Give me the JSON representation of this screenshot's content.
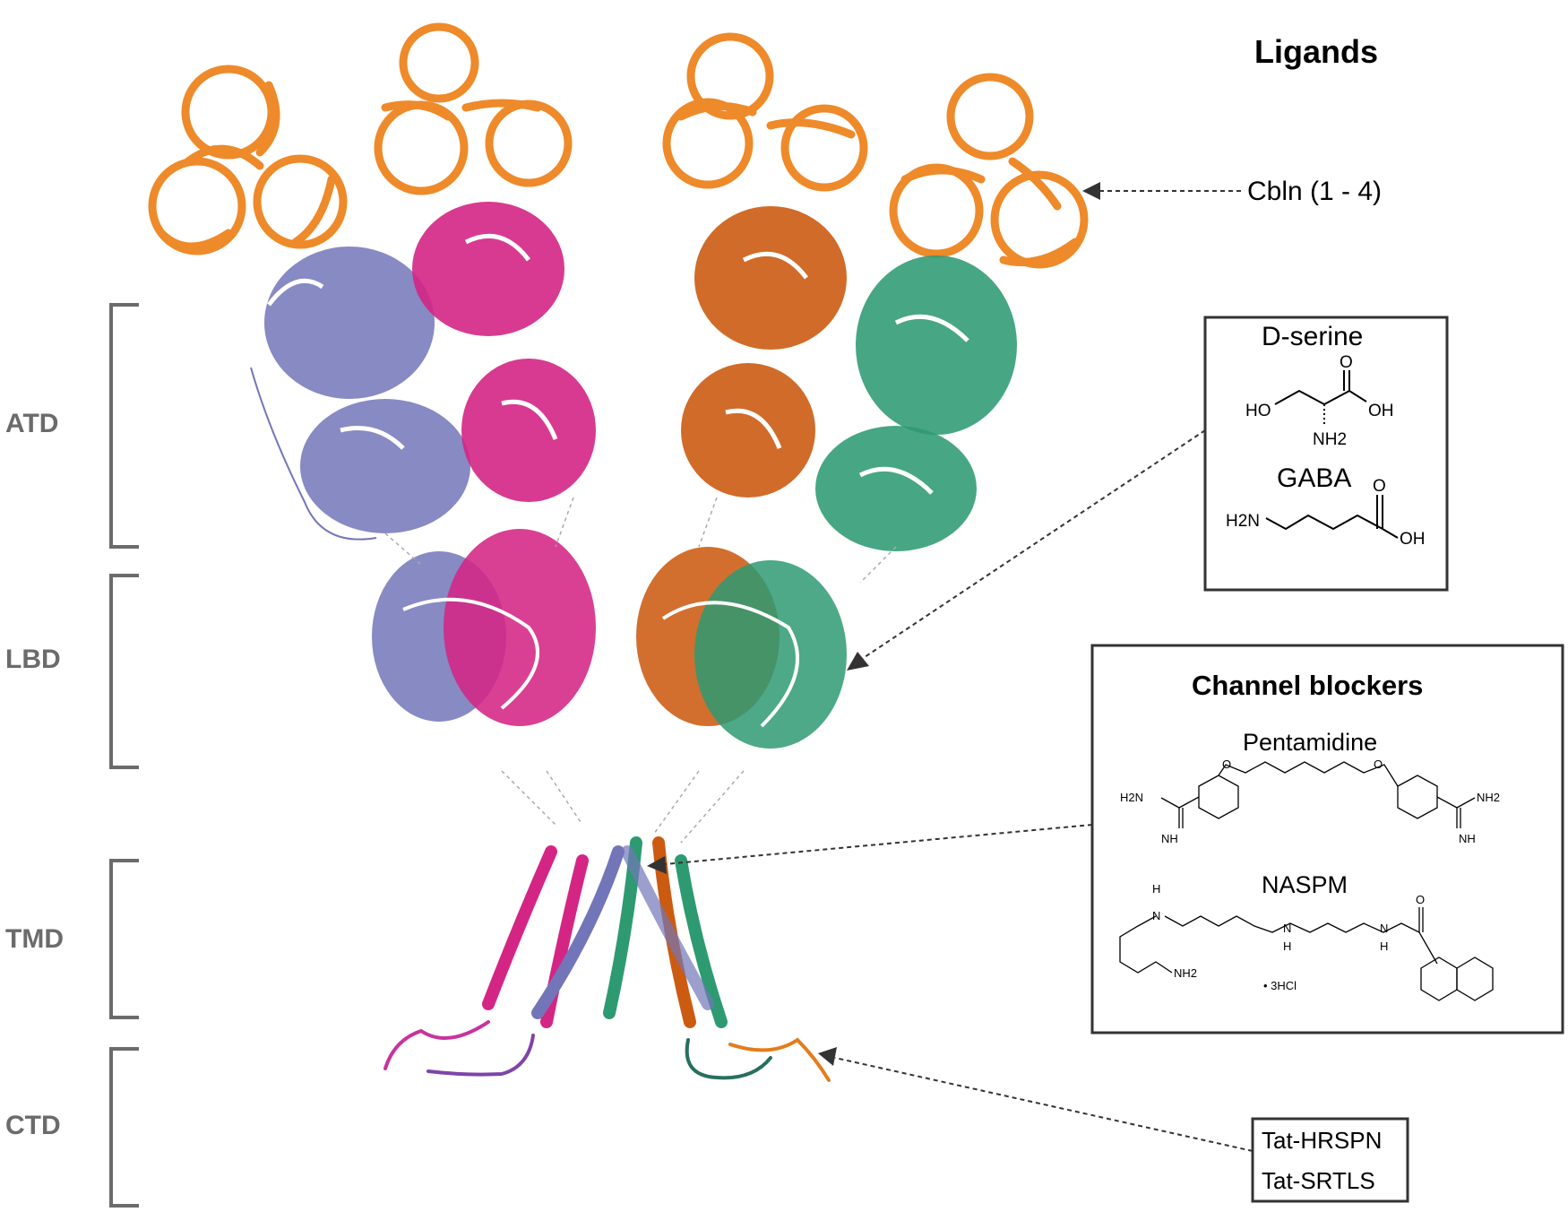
{
  "title": "Ligands",
  "domains": [
    "ATD",
    "LBD",
    "TMD",
    "CTD"
  ],
  "ligands": {
    "cbln": "Cbln (1 - 4)",
    "dserine_box": {
      "dserine_name": "D-serine",
      "dserine_atoms": {
        "ho": "HO",
        "o": "O",
        "oh": "OH",
        "nh2": "NH2"
      },
      "gaba_name": "GABA",
      "gaba_atoms": {
        "h2n": "H2N",
        "o": "O",
        "oh": "OH"
      }
    },
    "channel_blockers": {
      "heading": "Channel blockers",
      "pentamidine": "Pentamidine",
      "pentamidine_atoms": {
        "o": "O",
        "h2n": "H2N",
        "nh": "NH",
        "nh2": "NH2"
      },
      "naspm": "NASPM",
      "naspm_atoms": {
        "h": "H",
        "n": "N",
        "nh2": "NH2",
        "o": "O"
      },
      "naspm_salt": "• 3HCl"
    },
    "peptides": [
      "Tat-HRSPN",
      "Tat-SRTLS"
    ]
  },
  "colors": {
    "cbln": "#ee8a2a",
    "subunit_blue": "#7276b8",
    "subunit_magenta": "#d42585",
    "subunit_brown": "#cc5b12",
    "subunit_green": "#2e9a72",
    "label_gray": "#6b6b6b"
  }
}
